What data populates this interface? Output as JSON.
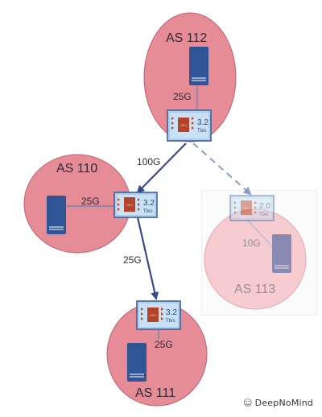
{
  "nodes": {
    "as112": {
      "label": "AS 112",
      "link_speed": "25G",
      "switch": {
        "cap_value": "3.2",
        "cap_unit": "Tb/s",
        "chip": "GPU"
      }
    },
    "as110": {
      "label": "AS 110",
      "link_speed": "25G",
      "switch": {
        "cap_value": "3.2",
        "cap_unit": "Tb/s",
        "chip": "GPU"
      }
    },
    "as111": {
      "label": "AS 111",
      "link_speed": "25G",
      "switch": {
        "cap_value": "3.2",
        "cap_unit": "Tb/s",
        "chip": "GPU"
      }
    },
    "as113": {
      "label": "AS 113",
      "link_speed": "10G",
      "switch": {
        "cap_value": "2.0",
        "cap_unit": "Tb/s",
        "chip": "GPU"
      }
    }
  },
  "links": {
    "as112_as110": "100G",
    "as110_as111": "25G"
  },
  "watermark": "DeepNoMind",
  "colors": {
    "domain_fill": "#e68c97",
    "domain_stroke": "#c06070",
    "switch_fill": "#c9e1f4",
    "switch_stroke": "#3a5f9b",
    "chip": "#b5432b",
    "server": "#2f5597",
    "link": "#3b4a8a"
  }
}
